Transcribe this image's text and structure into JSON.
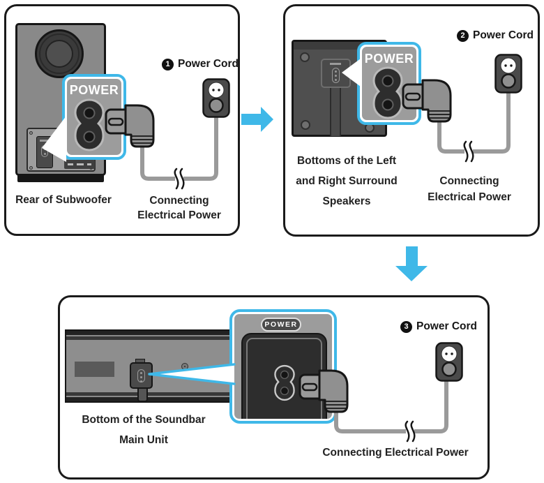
{
  "colors": {
    "accent_cyan": "#3fb8e8",
    "outline_dark": "#161616",
    "cord_gray": "#9a9a9a",
    "callout_fill_gray": "#9c9c9c",
    "device_gray": "#8a8a8a"
  },
  "steps": {
    "subwoofer": {
      "cord_step_number": "1",
      "cord_label": "Power Cord",
      "power_label": "POWER",
      "device_caption": "Rear of Subwoofer",
      "connect_line1": "Connecting",
      "connect_line2": "Electrical Power"
    },
    "surround": {
      "cord_step_number": "2",
      "cord_label": "Power Cord",
      "power_label": "POWER",
      "device_line1": "Bottoms of the Left",
      "device_line2": "and Right Surround",
      "device_line3": "Speakers",
      "connect_line1": "Connecting",
      "connect_line2": "Electrical Power"
    },
    "soundbar": {
      "cord_step_number": "3",
      "cord_label": "Power Cord",
      "power_label": "POWER",
      "device_line1": "Bottom of the Soundbar",
      "device_line2": "Main Unit",
      "connect_caption": "Connecting Electrical Power"
    }
  }
}
